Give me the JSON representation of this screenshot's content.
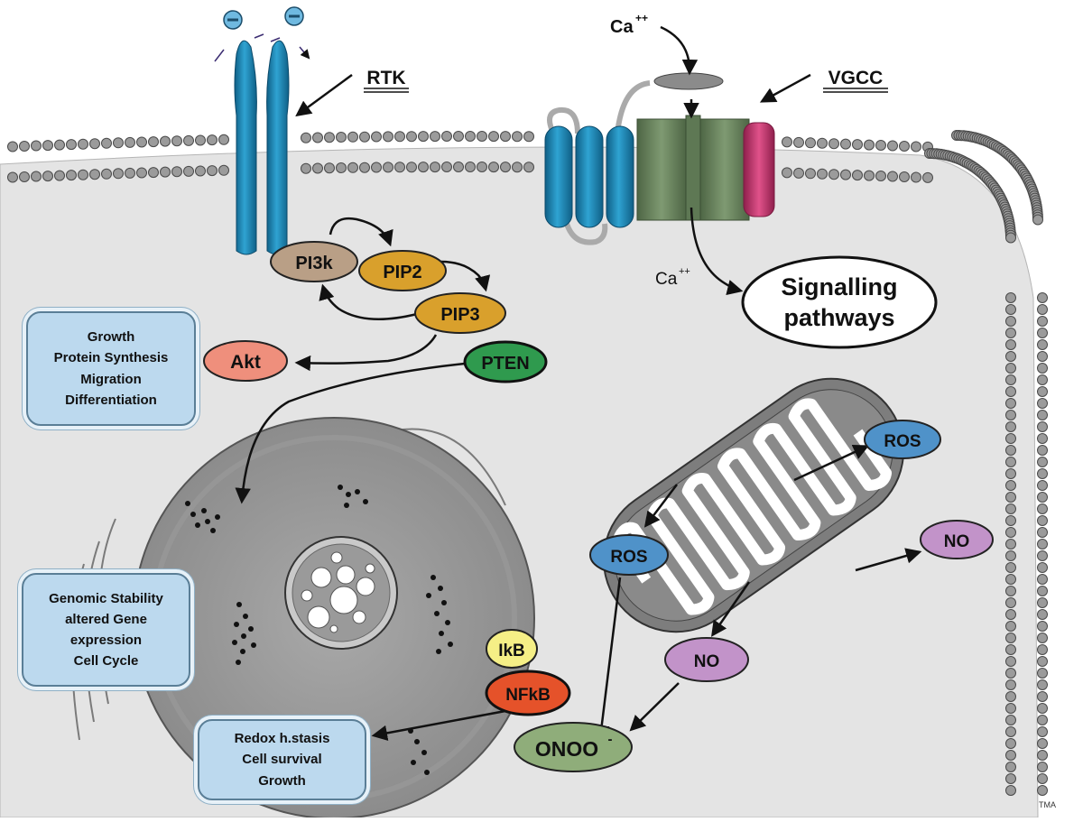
{
  "labels": {
    "rtk": "RTK",
    "vgcc": "VGCC",
    "ca_top": "Ca",
    "ca_top_sup": "++",
    "ca_mid": "Ca",
    "ca_mid_sup": "++",
    "signalling_line1": "Signalling",
    "signalling_line2": "pathways",
    "watermark": "TMA"
  },
  "nodes": {
    "pi3k": "PI3k",
    "pip2": "PIP2",
    "pip3": "PIP3",
    "pten": "PTEN",
    "akt": "Akt",
    "ros_right": "ROS",
    "ros_left": "ROS",
    "no_right": "NO",
    "no_left": "NO",
    "ikb": "IkB",
    "nfkb": "NFkB",
    "onoo": "ONOO",
    "onoo_sup": "-"
  },
  "boxes": {
    "growth": [
      "Growth",
      "Protein Synthesis",
      "Migration",
      "Differentiation"
    ],
    "genomic": [
      "Genomic Stability",
      "altered Gene",
      "expression",
      "Cell Cycle"
    ],
    "redox": [
      "Redox h.stasis",
      "Cell survival",
      "Growth"
    ]
  },
  "colors": {
    "receptor_blue": "#1f8ab8",
    "channel_green": "#6f8a63",
    "channel_pink": "#c8356f",
    "pi3k": "#b99f86",
    "pip": "#d9a02c",
    "pten": "#2f9a4e",
    "akt": "#ef8f7c",
    "ros": "#4f92c9",
    "no": "#c293c9",
    "ikb": "#f5ef86",
    "nfkb": "#e5522a",
    "onoo": "#8fad7a",
    "box_fill": "#bcd9ee"
  }
}
